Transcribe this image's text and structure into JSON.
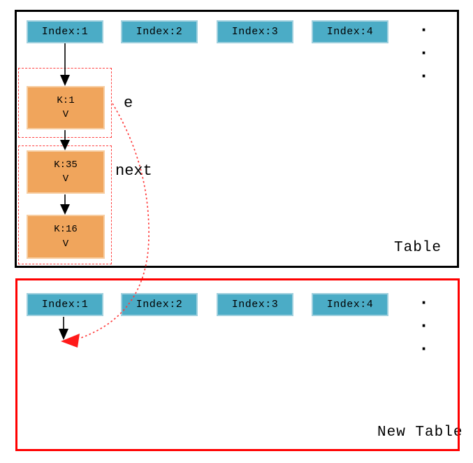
{
  "table": {
    "label": "Table",
    "indexes": [
      {
        "label": "Index:1"
      },
      {
        "label": "Index:2"
      },
      {
        "label": "Index:3"
      },
      {
        "label": "Index:4"
      }
    ],
    "ellipsis": "· · ·",
    "nodes": [
      {
        "key": "K:1",
        "value": "V"
      },
      {
        "key": "K:35",
        "value": "V"
      },
      {
        "key": "K:16",
        "value": "V"
      }
    ],
    "edge_labels": {
      "e": "e",
      "next": "next"
    }
  },
  "new_table": {
    "label": "New Table",
    "indexes": [
      {
        "label": "Index:1"
      },
      {
        "label": "Index:2"
      },
      {
        "label": "Index:3"
      },
      {
        "label": "Index:4"
      }
    ],
    "ellipsis": "· · ·"
  },
  "icons": {
    "down-arrow-icon": "▼",
    "transfer-arrow-icon": "◀"
  },
  "colors": {
    "teal": "#4BACC6",
    "orange": "#F0A55C",
    "red": "#FF0000",
    "red-soft": "#FF4040",
    "ink": "#000000",
    "bg": "#FFFFFF"
  }
}
